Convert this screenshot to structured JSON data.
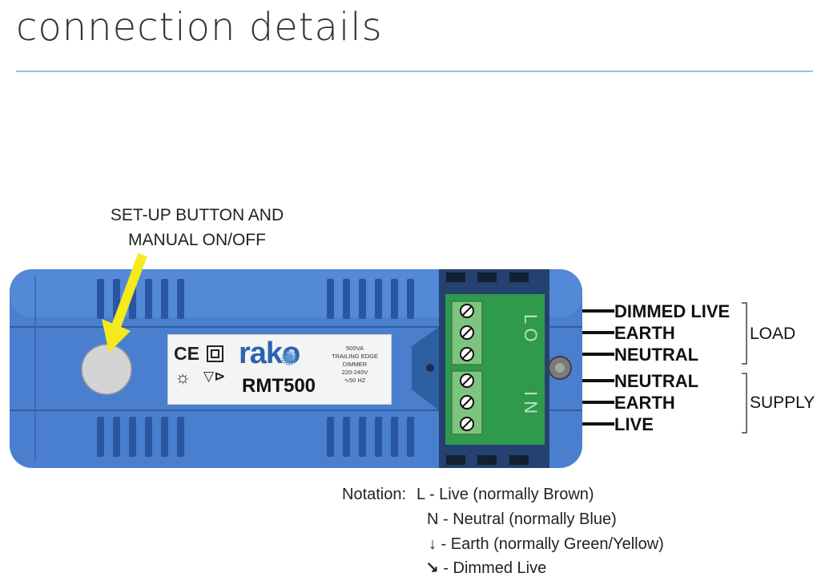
{
  "title": "connection details",
  "setup_label": {
    "line1": "SET-UP BUTTON AND",
    "line2": "MANUAL ON/OFF"
  },
  "device": {
    "brand": "rako",
    "model": "RMT500",
    "marks": {
      "ce": "CE",
      "lamp": "☼",
      "fuse": "▽⊳"
    },
    "specs": [
      "500VA",
      "TRAILING EDGE",
      "DIMMER",
      "220-240V",
      "∿50 Hz"
    ],
    "terminal_markings": {
      "load": "L O",
      "supply": "I N"
    }
  },
  "wires": {
    "load": [
      "DIMMED LIVE",
      "EARTH",
      "NEUTRAL"
    ],
    "supply": [
      "NEUTRAL",
      "EARTH",
      "LIVE"
    ]
  },
  "groups": {
    "load": "LOAD",
    "supply": "SUPPLY"
  },
  "notation": {
    "heading": "Notation:",
    "items": [
      {
        "symbol": "L",
        "text": " - Live (normally Brown)"
      },
      {
        "symbol": "N",
        "text": " - Neutral (normally Blue)"
      },
      {
        "symbol": "↓",
        "text": " - Earth (normally Green/Yellow)"
      },
      {
        "symbol": "↘",
        "text": " - Dimmed Live"
      }
    ]
  },
  "colors": {
    "rule": "#8fc3e6",
    "housing": "#4a7fcf",
    "terminal_block": "#7dc47f",
    "pcb": "#2f9a4c",
    "arrow": "#f4ea1c",
    "button": "#d4d4d4"
  }
}
